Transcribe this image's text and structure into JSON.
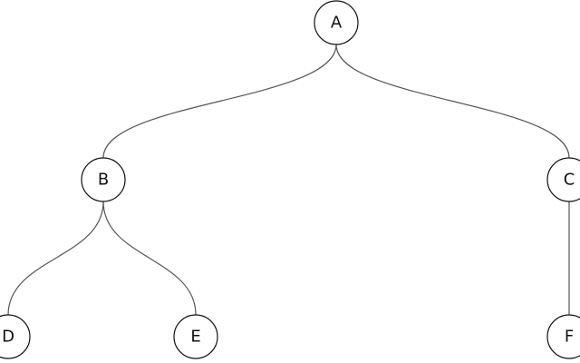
{
  "diagram": {
    "type": "tree",
    "nodes": [
      {
        "id": "A",
        "label": "A"
      },
      {
        "id": "B",
        "label": "B"
      },
      {
        "id": "C",
        "label": "C"
      },
      {
        "id": "D",
        "label": "D"
      },
      {
        "id": "E",
        "label": "E"
      },
      {
        "id": "F",
        "label": "F"
      }
    ],
    "edges": [
      {
        "from": "A",
        "to": "B"
      },
      {
        "from": "A",
        "to": "C"
      },
      {
        "from": "B",
        "to": "D"
      },
      {
        "from": "B",
        "to": "E"
      },
      {
        "from": "C",
        "to": "F"
      }
    ]
  }
}
